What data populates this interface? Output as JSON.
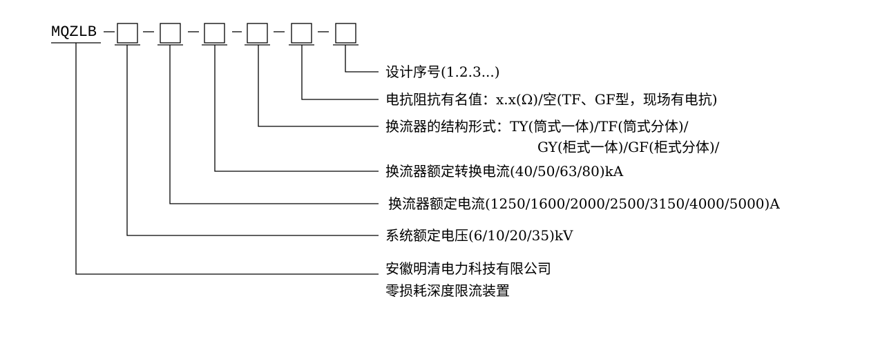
{
  "model_code": {
    "prefix": "MQZLB",
    "separator": "-"
  },
  "fields": [
    {
      "label": "设计序号(1.2.3...)"
    },
    {
      "label": "电抗阻抗有名值：x.x(Ω)/空(TF、GF型，现场有电抗)"
    },
    {
      "label": "换流器的结构形式：TY(筒式一体)/TF(筒式分体)/",
      "label_line2": "GY(柜式一体)/GF(柜式分体)/"
    },
    {
      "label": "换流器额定转换电流(40/50/63/80)kA"
    },
    {
      "label": "换流器额定电流(1250/1600/2000/2500/3150/4000/5000)A"
    },
    {
      "label": "系统额定电压(6/10/20/35)kV"
    },
    {
      "label": "安徽明清电力科技有限公司",
      "label_line2": "零损耗深度限流装置"
    }
  ]
}
